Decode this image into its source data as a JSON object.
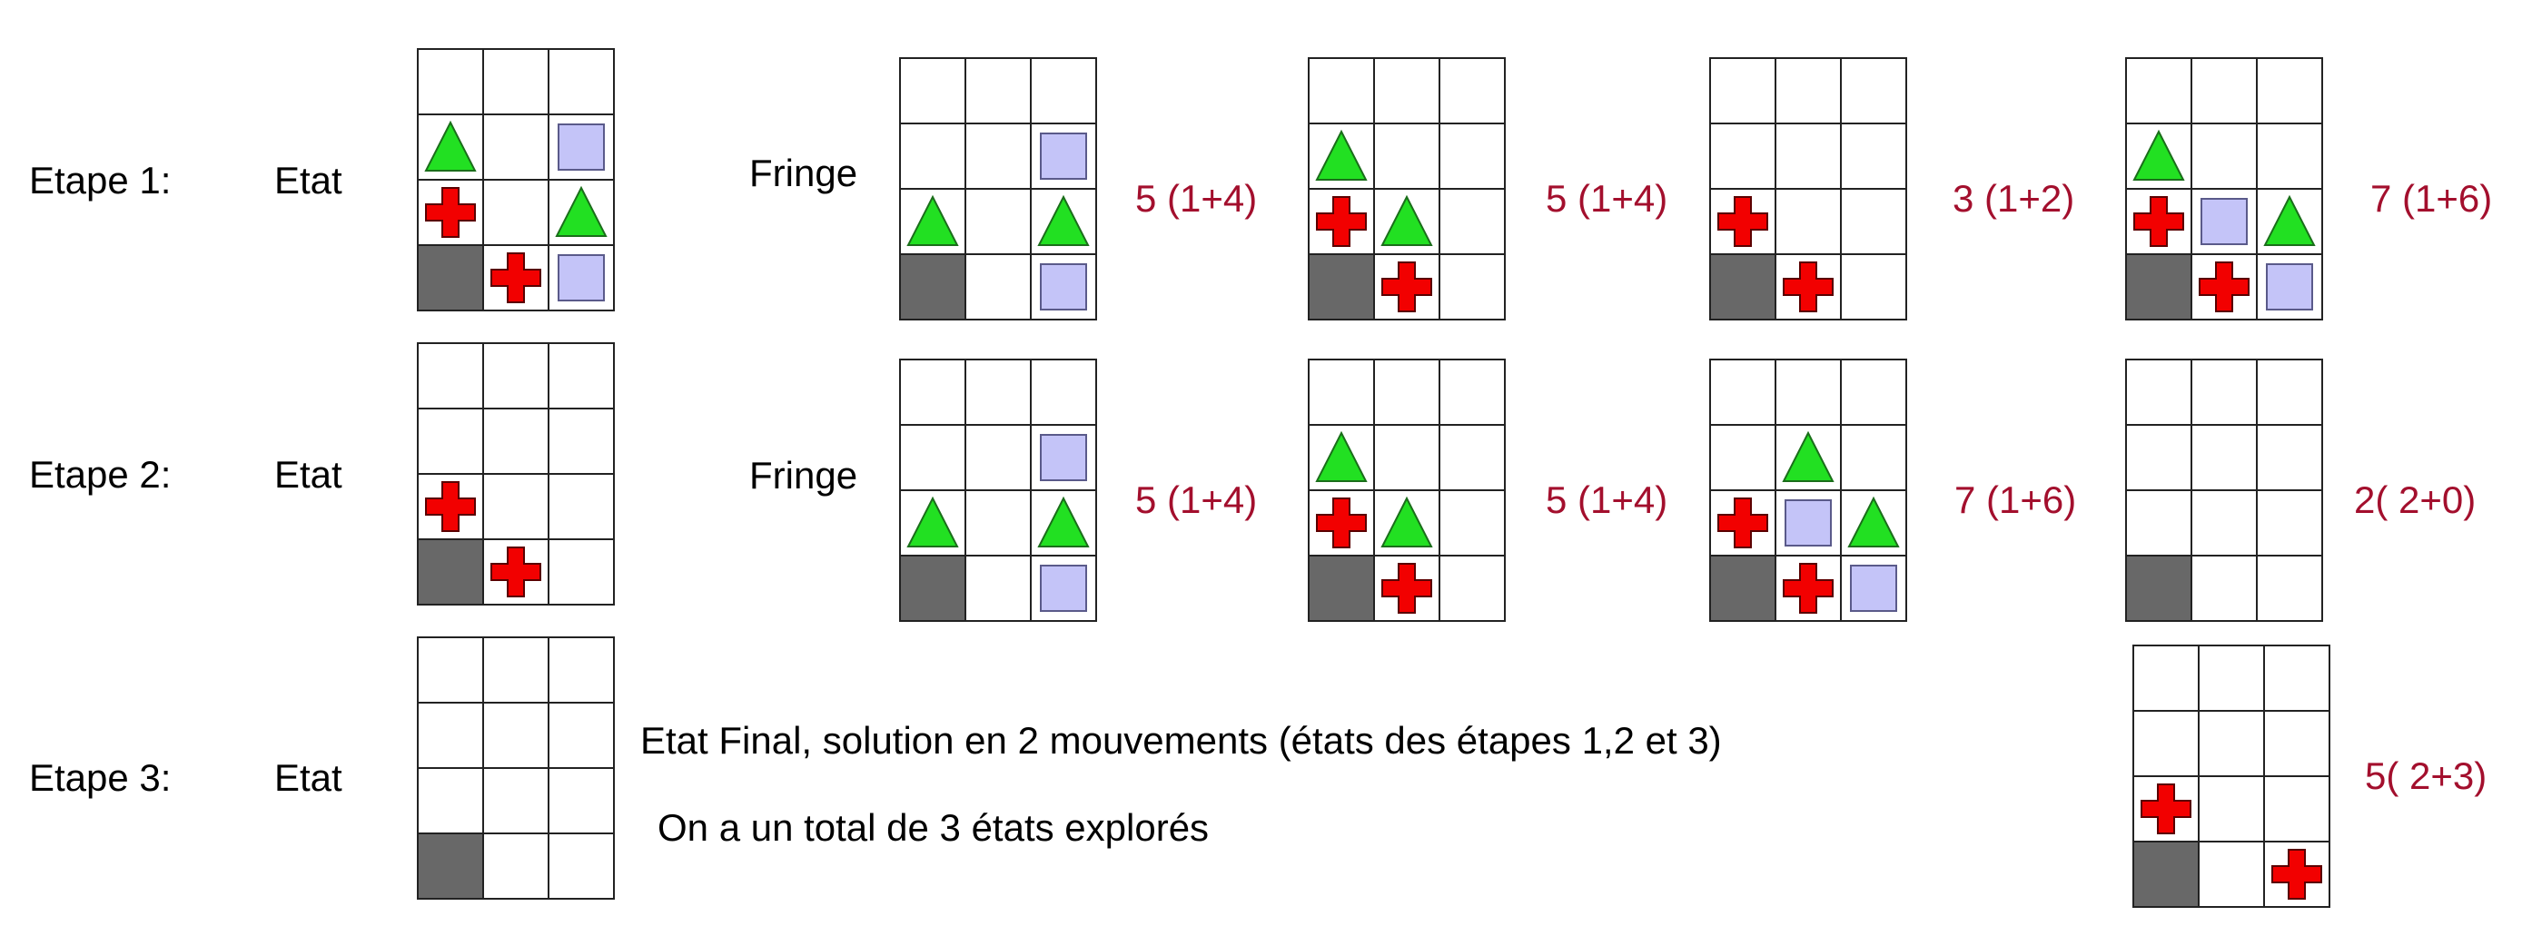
{
  "rows": [
    {
      "step_label": "Etape 1:",
      "state_label": "Etat",
      "fringe_label": "Fringe",
      "state_grid": [
        [
          "",
          "",
          ""
        ],
        [
          "tri",
          "",
          "sq"
        ],
        [
          "cross",
          "",
          "tri"
        ],
        [
          "wall",
          "cross",
          "sq"
        ]
      ],
      "fringe": [
        {
          "score": "5 (1+4)",
          "grid": [
            [
              "",
              "",
              ""
            ],
            [
              "",
              "",
              "sq"
            ],
            [
              "tri",
              "",
              "tri"
            ],
            [
              "wall",
              "",
              "sq"
            ]
          ]
        },
        {
          "score": "5 (1+4)",
          "grid": [
            [
              "",
              "",
              ""
            ],
            [
              "tri",
              "",
              ""
            ],
            [
              "cross",
              "tri",
              ""
            ],
            [
              "wall",
              "cross",
              ""
            ]
          ]
        },
        {
          "score": "3 (1+2)",
          "grid": [
            [
              "",
              "",
              ""
            ],
            [
              "",
              "",
              ""
            ],
            [
              "cross",
              "",
              ""
            ],
            [
              "wall",
              "cross",
              ""
            ]
          ]
        },
        {
          "score": "7 (1+6)",
          "grid": [
            [
              "",
              "",
              ""
            ],
            [
              "tri",
              "",
              ""
            ],
            [
              "cross",
              "sq",
              "tri"
            ],
            [
              "wall",
              "cross",
              "sq"
            ]
          ]
        }
      ]
    },
    {
      "step_label": "Etape 2:",
      "state_label": "Etat",
      "fringe_label": "Fringe",
      "state_grid": [
        [
          "",
          "",
          ""
        ],
        [
          "",
          "",
          ""
        ],
        [
          "cross",
          "",
          ""
        ],
        [
          "wall",
          "cross",
          ""
        ]
      ],
      "fringe": [
        {
          "score": "5 (1+4)",
          "grid": [
            [
              "",
              "",
              ""
            ],
            [
              "",
              "",
              "sq"
            ],
            [
              "tri",
              "",
              "tri"
            ],
            [
              "wall",
              "",
              "sq"
            ]
          ]
        },
        {
          "score": "5 (1+4)",
          "grid": [
            [
              "",
              "",
              ""
            ],
            [
              "tri",
              "",
              ""
            ],
            [
              "cross",
              "tri",
              ""
            ],
            [
              "wall",
              "cross",
              ""
            ]
          ]
        },
        {
          "score": "7 (1+6)",
          "grid": [
            [
              "",
              "",
              ""
            ],
            [
              "",
              "tri",
              ""
            ],
            [
              "cross",
              "sq",
              "tri"
            ],
            [
              "wall",
              "cross",
              "sq"
            ]
          ]
        },
        {
          "score": "2( 2+0)",
          "grid": [
            [
              "",
              "",
              ""
            ],
            [
              "",
              "",
              ""
            ],
            [
              "",
              "",
              ""
            ],
            [
              "wall",
              "",
              ""
            ]
          ]
        }
      ]
    },
    {
      "step_label": "Etape 3:",
      "state_label": "Etat",
      "state_grid": [
        [
          "",
          "",
          ""
        ],
        [
          "",
          "",
          ""
        ],
        [
          "",
          "",
          ""
        ],
        [
          "wall",
          "",
          ""
        ]
      ],
      "final_text": "Etat Final, solution en 2 mouvements (états des étapes 1,2 et 3)",
      "total_text": "On a un total de 3 états explorés",
      "extra": {
        "score": "5( 2+3)",
        "grid": [
          [
            "",
            "",
            ""
          ],
          [
            "",
            "",
            ""
          ],
          [
            "cross",
            "",
            ""
          ],
          [
            "wall",
            "",
            "cross"
          ]
        ]
      }
    }
  ],
  "colors": {
    "triangle": "#22e022",
    "square": "#c4c4f8",
    "cross": "#f20000",
    "wall": "#686868",
    "score_text": "#a30f2d"
  }
}
